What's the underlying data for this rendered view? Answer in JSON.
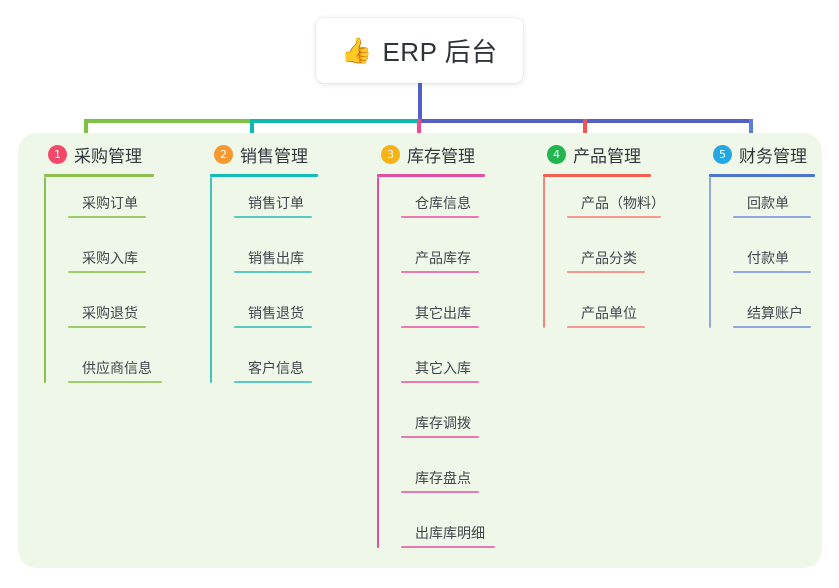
{
  "root": {
    "icon": "thumbs-up-icon",
    "icon_glyph": "👍",
    "title": "ERP 后台"
  },
  "palette": {
    "panel_background": "#eff7e9",
    "page_background": "#ffffff",
    "bus_left_green": "#7dc242",
    "bus_teal": "#0fb9ae",
    "bus_blue": "#5360c8",
    "drop_pink": "#ef4b8e",
    "drop_red": "#f4564f",
    "drop_blue": "#5b7fd4"
  },
  "columns": [
    {
      "index": "1",
      "title": "采购管理",
      "badge_color": "#f4486a",
      "rule_color": "#8cc152",
      "spine_color": "#8cc152",
      "leaf_rule_color": "#9ccc6b",
      "items": [
        "采购订单",
        "采购入库",
        "采购退货",
        "供应商信息"
      ]
    },
    {
      "index": "2",
      "title": "销售管理",
      "badge_color": "#f5982f",
      "rule_color": "#12beb4",
      "spine_color": "#3fc5bd",
      "leaf_rule_color": "#5cc9c3",
      "items": [
        "销售订单",
        "销售出库",
        "销售退货",
        "客户信息"
      ]
    },
    {
      "index": "3",
      "title": "库存管理",
      "badge_color": "#f7b218",
      "rule_color": "#e24fa0",
      "spine_color": "#e24fa0",
      "leaf_rule_color": "#e978b4",
      "items": [
        "仓库信息",
        "产品库存",
        "其它出库",
        "其它入库",
        "库存调拨",
        "库存盘点",
        "出库库明细"
      ]
    },
    {
      "index": "4",
      "title": "产品管理",
      "badge_color": "#22b44f",
      "rule_color": "#f4604f",
      "spine_color": "#f4847a",
      "leaf_rule_color": "#f59a91",
      "items": [
        "产品（物料）",
        "产品分类",
        "产品单位"
      ]
    },
    {
      "index": "5",
      "title": "财务管理",
      "badge_color": "#23a8e1",
      "rule_color": "#4f74cf",
      "spine_color": "#8fa8de",
      "leaf_rule_color": "#8fa8de",
      "items": [
        "回款单",
        "付款单",
        "结算账户"
      ]
    }
  ]
}
